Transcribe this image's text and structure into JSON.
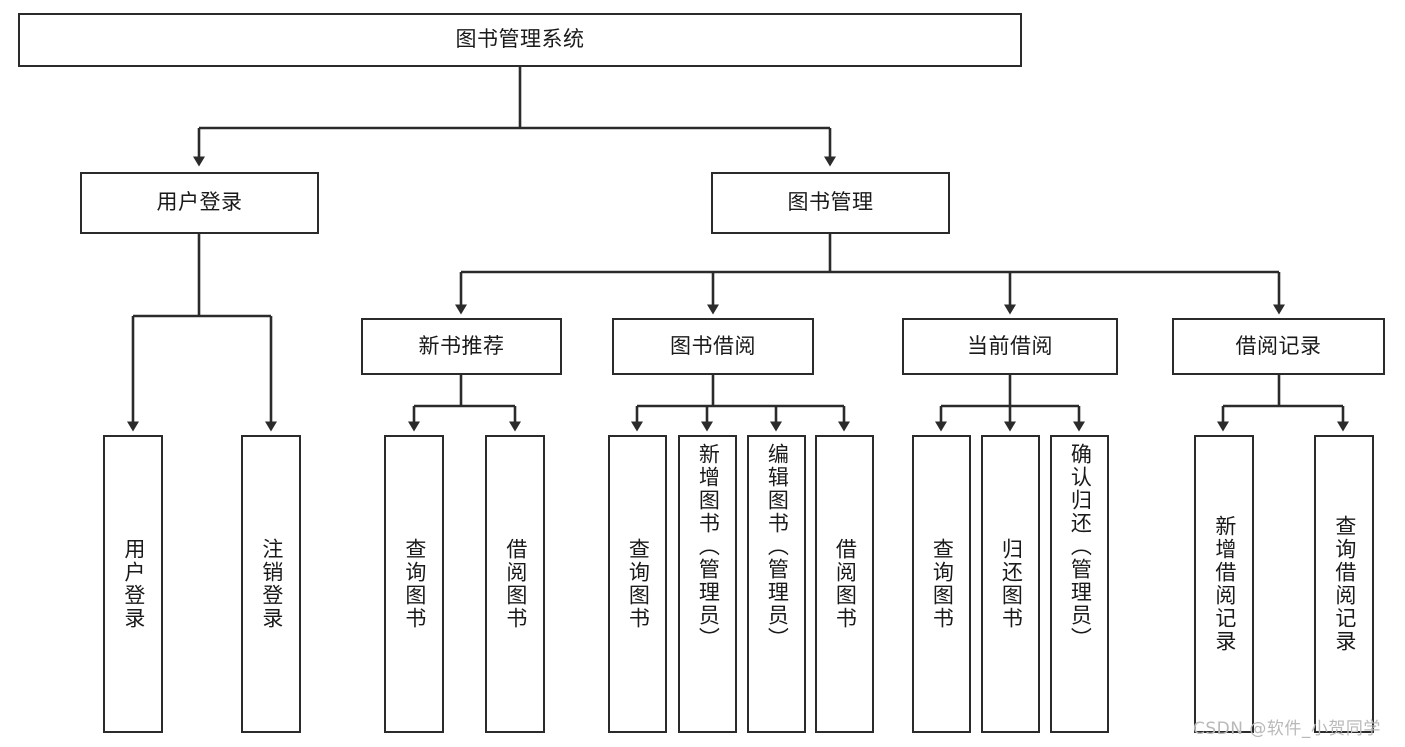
{
  "diagram": {
    "title": "图书管理系统",
    "type": "tree-hierarchy-diagram",
    "root": {
      "id": "root",
      "label": "图书管理系统"
    },
    "level2": [
      {
        "id": "user-login",
        "label": "用户登录"
      },
      {
        "id": "book-management",
        "label": "图书管理"
      }
    ],
    "level3": [
      {
        "id": "new-book-recommend",
        "label": "新书推荐",
        "parent": "book-management"
      },
      {
        "id": "book-borrow",
        "label": "图书借阅",
        "parent": "book-management"
      },
      {
        "id": "current-borrow",
        "label": "当前借阅",
        "parent": "book-management"
      },
      {
        "id": "borrow-record",
        "label": "借阅记录",
        "parent": "book-management"
      }
    ],
    "leaves": {
      "user-login": [
        {
          "id": "leaf-user-login",
          "label": "用户登录"
        },
        {
          "id": "leaf-user-logout",
          "label": "注销登录"
        }
      ],
      "new-book-recommend": [
        {
          "id": "leaf-query-book-1",
          "label": "查询图书"
        },
        {
          "id": "leaf-borrow-book-1",
          "label": "借阅图书"
        }
      ],
      "book-borrow": [
        {
          "id": "leaf-query-book-2",
          "label": "查询图书"
        },
        {
          "id": "leaf-add-book",
          "label": "新增图书（管理员）"
        },
        {
          "id": "leaf-edit-book",
          "label": "编辑图书（管理员）"
        },
        {
          "id": "leaf-borrow-book-2",
          "label": "借阅图书"
        }
      ],
      "current-borrow": [
        {
          "id": "leaf-query-book-3",
          "label": "查询图书"
        },
        {
          "id": "leaf-return-book",
          "label": "归还图书"
        },
        {
          "id": "leaf-confirm-return",
          "label": "确认归还（管理员）"
        }
      ],
      "borrow-record": [
        {
          "id": "leaf-add-record",
          "label": "新增借阅记录"
        },
        {
          "id": "leaf-query-record",
          "label": "查询借阅记录"
        }
      ]
    },
    "watermark": "CSDN @软件_小贺同学",
    "colors": {
      "stroke": "#2b2b2b",
      "fill": "#ffffff",
      "text": "#1a1a1a",
      "watermark": "#b9b9b9"
    }
  }
}
